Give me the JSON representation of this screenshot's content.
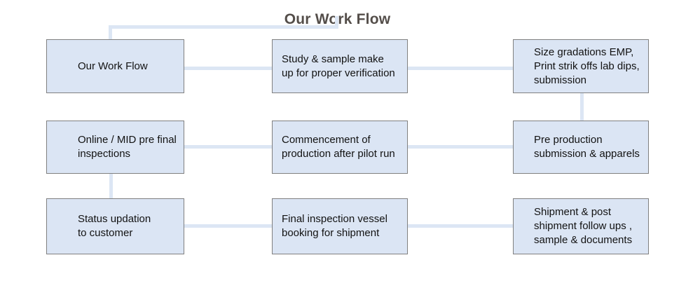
{
  "title": "Our Work Flow",
  "colors": {
    "box_fill": "#dbe5f4",
    "box_border": "#808080",
    "connector": "#dce6f4",
    "title_text": "#544e4a",
    "box_text": "#121212",
    "background": "#ffffff"
  },
  "flow": {
    "rows": [
      {
        "boxes": [
          {
            "label": "Our Work Flow"
          },
          {
            "label": "Study & sample make\nup for proper verification"
          },
          {
            "label": "Size gradations EMP,\nPrint strik offs lab dips,\nsubmission"
          }
        ]
      },
      {
        "boxes": [
          {
            "label": "Online / MID pre final\ninspections"
          },
          {
            "label": "Commencement of\nproduction after pilot run"
          },
          {
            "label": "Pre production\nsubmission & apparels"
          }
        ]
      },
      {
        "boxes": [
          {
            "label": "Status updation\nto customer"
          },
          {
            "label": "Final inspection vessel\nbooking for shipment"
          },
          {
            "label": "Shipment & post\nshipment follow ups ,\nsample & documents"
          }
        ]
      }
    ]
  }
}
